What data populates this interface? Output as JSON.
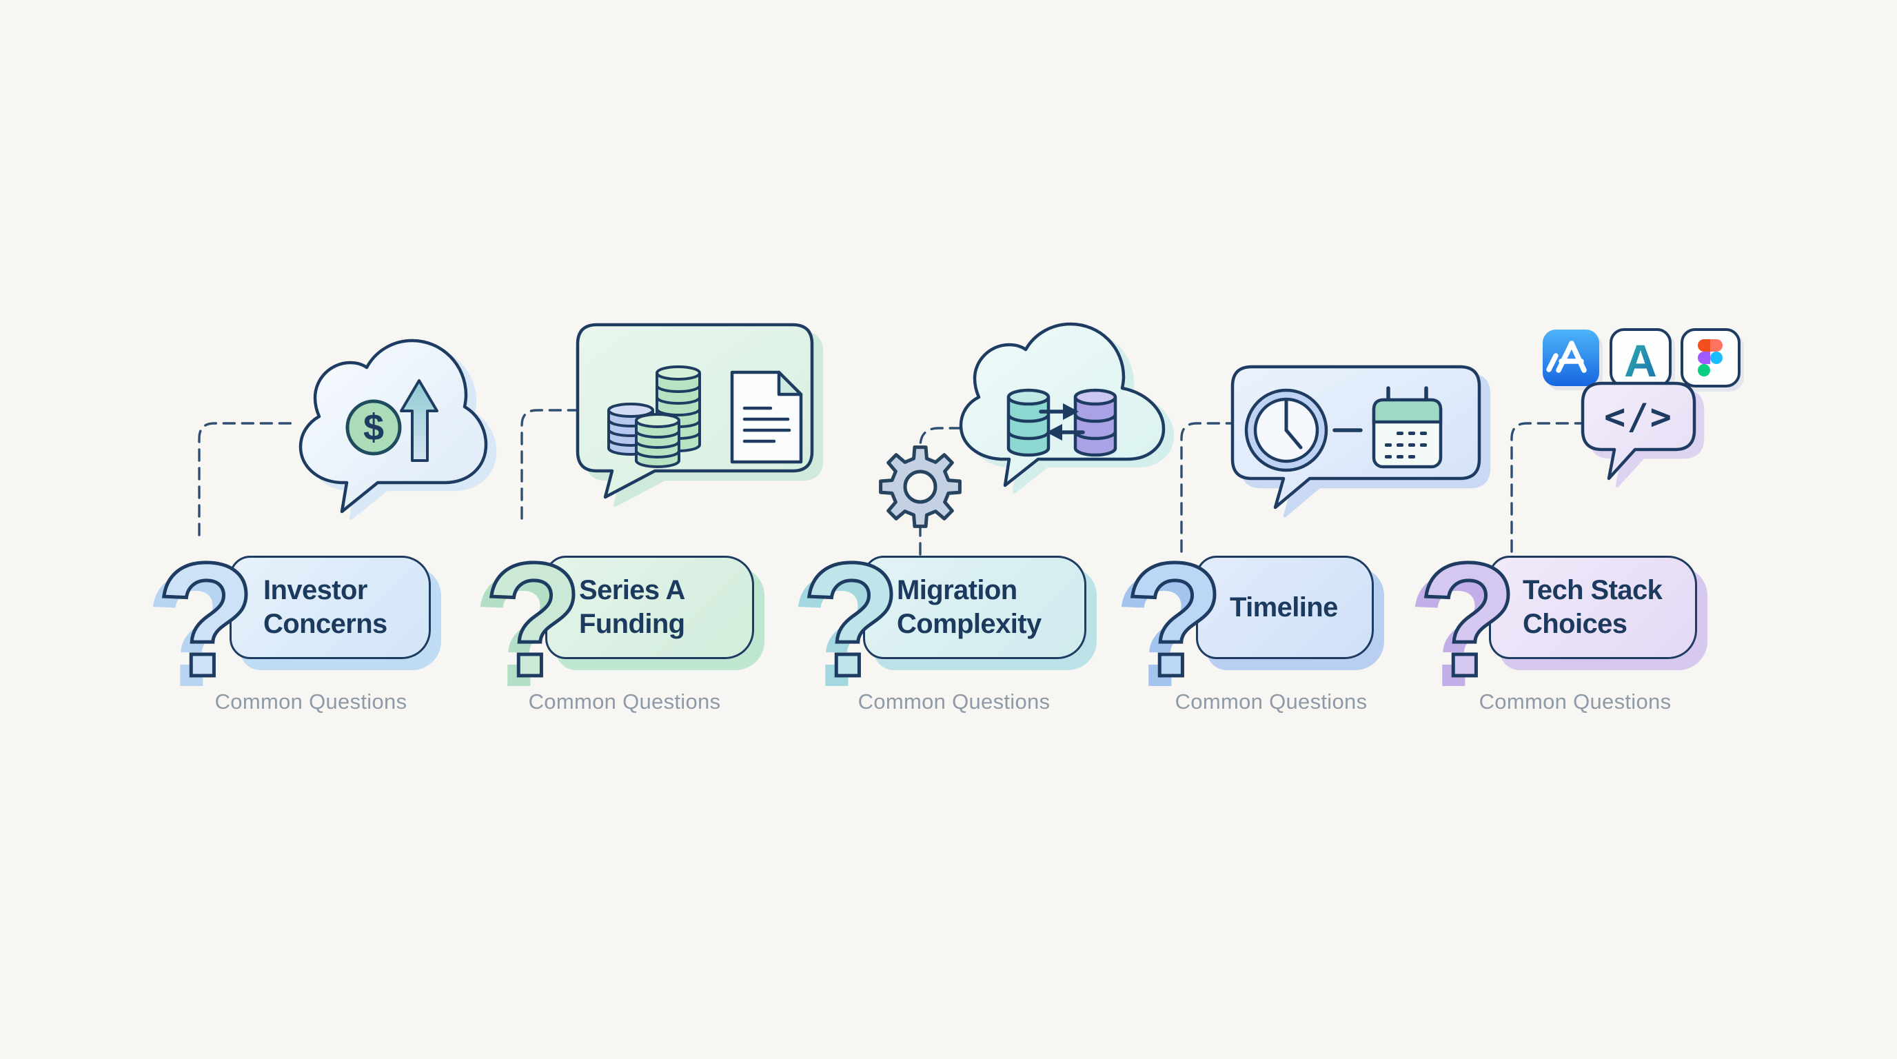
{
  "page": {
    "background": "#f7f6f2",
    "outline_color": "#1e3c62",
    "title_color": "#1c3a5e",
    "subtitle_color": "#8f9aa9",
    "question_mark": "?"
  },
  "sections": [
    {
      "id": "investor-concerns",
      "title": "Investor Concerns",
      "subtitle": "Common Questions",
      "accent_fill": "#d2e5f8",
      "accent_shadow": "#c0dbf4",
      "question_fill": "#cde2f7",
      "illustration": "cloud-speech-bubble-with-dollar-coin-and-growth-arrow",
      "symbols": {
        "dollar": "$"
      },
      "icons": [
        "question-mark-icon",
        "cloud-speech-bubble",
        "dollar-coin-icon",
        "growth-arrow-icon"
      ]
    },
    {
      "id": "series-a-funding",
      "title": "Series A Funding",
      "subtitle": "Common Questions",
      "accent_fill": "#d2eddc",
      "accent_shadow": "#bfe6cf",
      "question_fill": "#cbe9d6",
      "illustration": "speech-bubble-with-coin-stacks-and-document",
      "icons": [
        "question-mark-icon",
        "speech-bubble",
        "coin-stacks-icon",
        "document-icon"
      ]
    },
    {
      "id": "migration-complexity",
      "title": "Migration Complexity",
      "subtitle": "Common Questions",
      "accent_fill": "#d0ebee",
      "accent_shadow": "#bce2e7",
      "question_fill": "#bde5ea",
      "illustration": "cloud-speech-bubble-with-database-sync-and-gear",
      "icons": [
        "question-mark-icon",
        "gear-icon",
        "cloud-speech-bubble",
        "database-teal-icon",
        "database-purple-icon",
        "sync-arrows-icon"
      ]
    },
    {
      "id": "timeline",
      "title": "Timeline",
      "subtitle": "Common Questions",
      "accent_fill": "#cfe0f8",
      "accent_shadow": "#b9cff2",
      "question_fill": "#bcd6f6",
      "illustration": "speech-bubble-with-clock-and-calendar",
      "icons": [
        "question-mark-icon",
        "speech-bubble",
        "clock-icon",
        "calendar-icon"
      ]
    },
    {
      "id": "tech-stack-choices",
      "title": "Tech Stack Choices",
      "subtitle": "Common Questions",
      "accent_fill": "#e4d9f4",
      "accent_shadow": "#d6c8ef",
      "question_fill": "#d5c8f0",
      "illustration": "code-speech-bubble-with-app-icons",
      "symbols": {
        "code": "</>"
      },
      "app_icons": [
        {
          "name": "app-store-icon"
        },
        {
          "name": "letter-a-app-icon",
          "letter": "A"
        },
        {
          "name": "figma-icon"
        }
      ],
      "icons": [
        "question-mark-icon",
        "code-speech-bubble",
        "code-tag-icon",
        "app-store-icon",
        "letter-a-app-icon",
        "figma-icon"
      ]
    }
  ]
}
